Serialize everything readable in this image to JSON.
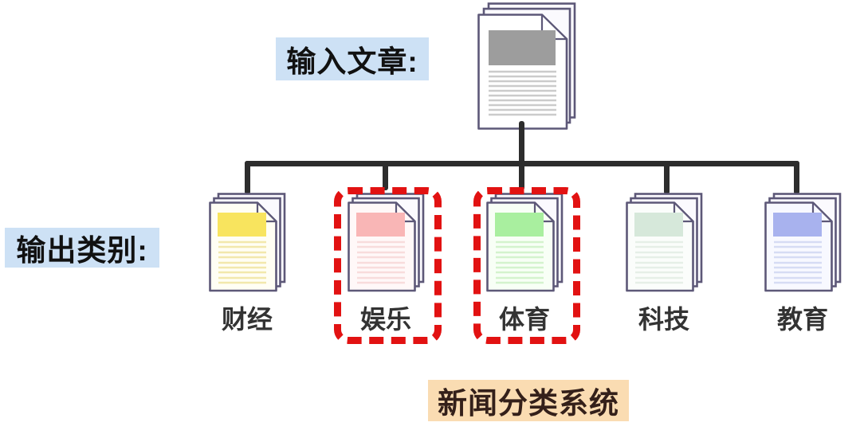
{
  "diagram": {
    "input_label": "输入文章:",
    "output_label": "输出类别:",
    "title": "新闻分类系统",
    "colors": {
      "label_bg": "#cde1f5",
      "label_text": "#111111",
      "title_bg": "#fadcb2",
      "title_text": "#34201a",
      "connector": "#2d2d2d",
      "doc_border": "#5d5878",
      "highlight_dash": "#e21212",
      "category_label_text": "#333333"
    },
    "input_doc": {
      "colors": {
        "header": "#9d9d9d",
        "lines": "#cbcbcb",
        "page": "#ffffff"
      }
    },
    "categories": [
      {
        "label": "财经",
        "highlighted": false,
        "colors": {
          "header": "#f8e45e",
          "lines": "#f2e8ac",
          "page": "#fffef4"
        }
      },
      {
        "label": "娱乐",
        "highlighted": true,
        "colors": {
          "header": "#f9b6b6",
          "lines": "#f8dcdc",
          "page": "#fff8f8"
        }
      },
      {
        "label": "体育",
        "highlighted": true,
        "colors": {
          "header": "#a9ef9f",
          "lines": "#d4f3cd",
          "page": "#f8fff6"
        }
      },
      {
        "label": "科技",
        "highlighted": false,
        "colors": {
          "header": "#d6e8da",
          "lines": "#e6efe7",
          "page": "#fbfdfb"
        }
      },
      {
        "label": "教育",
        "highlighted": false,
        "colors": {
          "header": "#a8b2ee",
          "lines": "#d6dcf4",
          "page": "#f8f9ff"
        }
      }
    ]
  }
}
